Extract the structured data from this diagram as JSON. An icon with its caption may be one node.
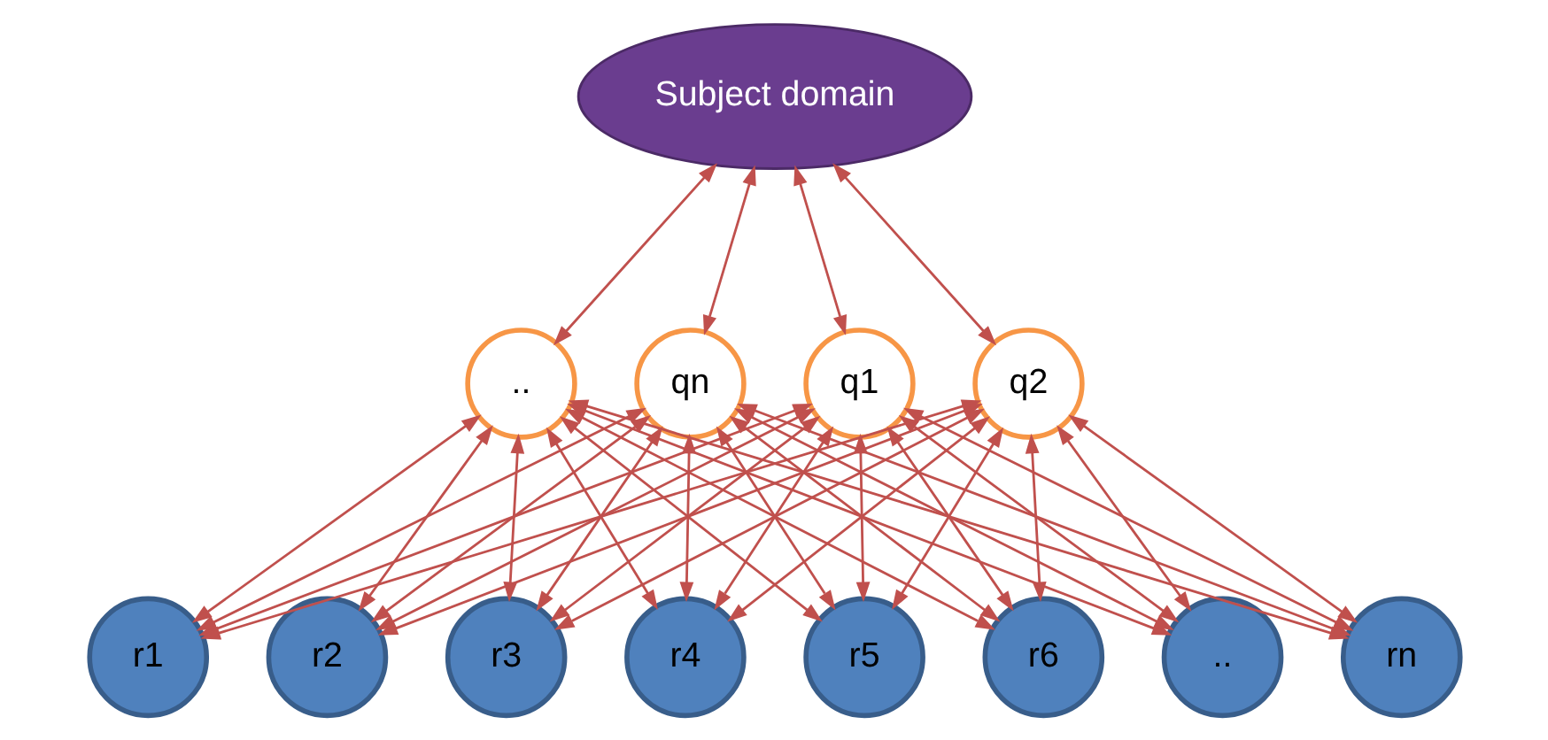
{
  "diagram": {
    "nodes": [
      {
        "text": [
          "Subject domain"
        ]
      },
      {
        "text": [
          "q1"
        ]
      },
      {
        "text": [
          "q2"
        ]
      },
      {
        "text": [
          ".."
        ]
      },
      {
        "text": [
          "qn"
        ]
      },
      {
        "text": [
          "r1"
        ]
      },
      {
        "text": [
          "r2"
        ]
      },
      {
        "text": [
          "r3"
        ]
      },
      {
        "text": [
          "r4"
        ]
      },
      {
        "text": [
          "r5"
        ]
      },
      {
        "text": [
          "r6"
        ]
      },
      {
        "text": [
          ".."
        ]
      },
      {
        "text": [
          "rn"
        ]
      }
    ],
    "edges": [
      {
        "from": 0,
        "to": 1,
        "arrow": "both"
      },
      {
        "from": 0,
        "to": 2,
        "arrow": "both"
      },
      {
        "from": 0,
        "to": 3,
        "arrow": "both"
      },
      {
        "from": 0,
        "to": 4,
        "arrow": "both"
      },
      {
        "from": 1,
        "to": 5,
        "arrow": "both"
      },
      {
        "from": 1,
        "to": 6,
        "arrow": "both"
      },
      {
        "from": 1,
        "to": 7,
        "arrow": "both"
      },
      {
        "from": 1,
        "to": 8,
        "arrow": "both"
      },
      {
        "from": 1,
        "to": 9,
        "arrow": "both"
      },
      {
        "from": 1,
        "to": 10,
        "arrow": "both"
      },
      {
        "from": 1,
        "to": 11,
        "arrow": "both"
      },
      {
        "from": 1,
        "to": 12,
        "arrow": "both"
      },
      {
        "from": 2,
        "to": 5,
        "arrow": "both"
      },
      {
        "from": 2,
        "to": 6,
        "arrow": "both"
      },
      {
        "from": 2,
        "to": 7,
        "arrow": "both"
      },
      {
        "from": 2,
        "to": 8,
        "arrow": "both"
      },
      {
        "from": 2,
        "to": 9,
        "arrow": "both"
      },
      {
        "from": 2,
        "to": 10,
        "arrow": "both"
      },
      {
        "from": 2,
        "to": 11,
        "arrow": "both"
      },
      {
        "from": 2,
        "to": 12,
        "arrow": "both"
      },
      {
        "from": 3,
        "to": 5,
        "arrow": "both"
      },
      {
        "from": 3,
        "to": 6,
        "arrow": "both"
      },
      {
        "from": 3,
        "to": 7,
        "arrow": "both"
      },
      {
        "from": 3,
        "to": 8,
        "arrow": "both"
      },
      {
        "from": 3,
        "to": 9,
        "arrow": "both"
      },
      {
        "from": 3,
        "to": 10,
        "arrow": "both"
      },
      {
        "from": 3,
        "to": 11,
        "arrow": "both"
      },
      {
        "from": 3,
        "to": 12,
        "arrow": "both"
      },
      {
        "from": 4,
        "to": 5,
        "arrow": "both"
      },
      {
        "from": 4,
        "to": 6,
        "arrow": "both"
      },
      {
        "from": 4,
        "to": 7,
        "arrow": "both"
      },
      {
        "from": 4,
        "to": 8,
        "arrow": "both"
      },
      {
        "from": 4,
        "to": 9,
        "arrow": "both"
      },
      {
        "from": 4,
        "to": 10,
        "arrow": "both"
      },
      {
        "from": 4,
        "to": 11,
        "arrow": "both"
      },
      {
        "from": 4,
        "to": 12,
        "arrow": "both"
      }
    ]
  }
}
